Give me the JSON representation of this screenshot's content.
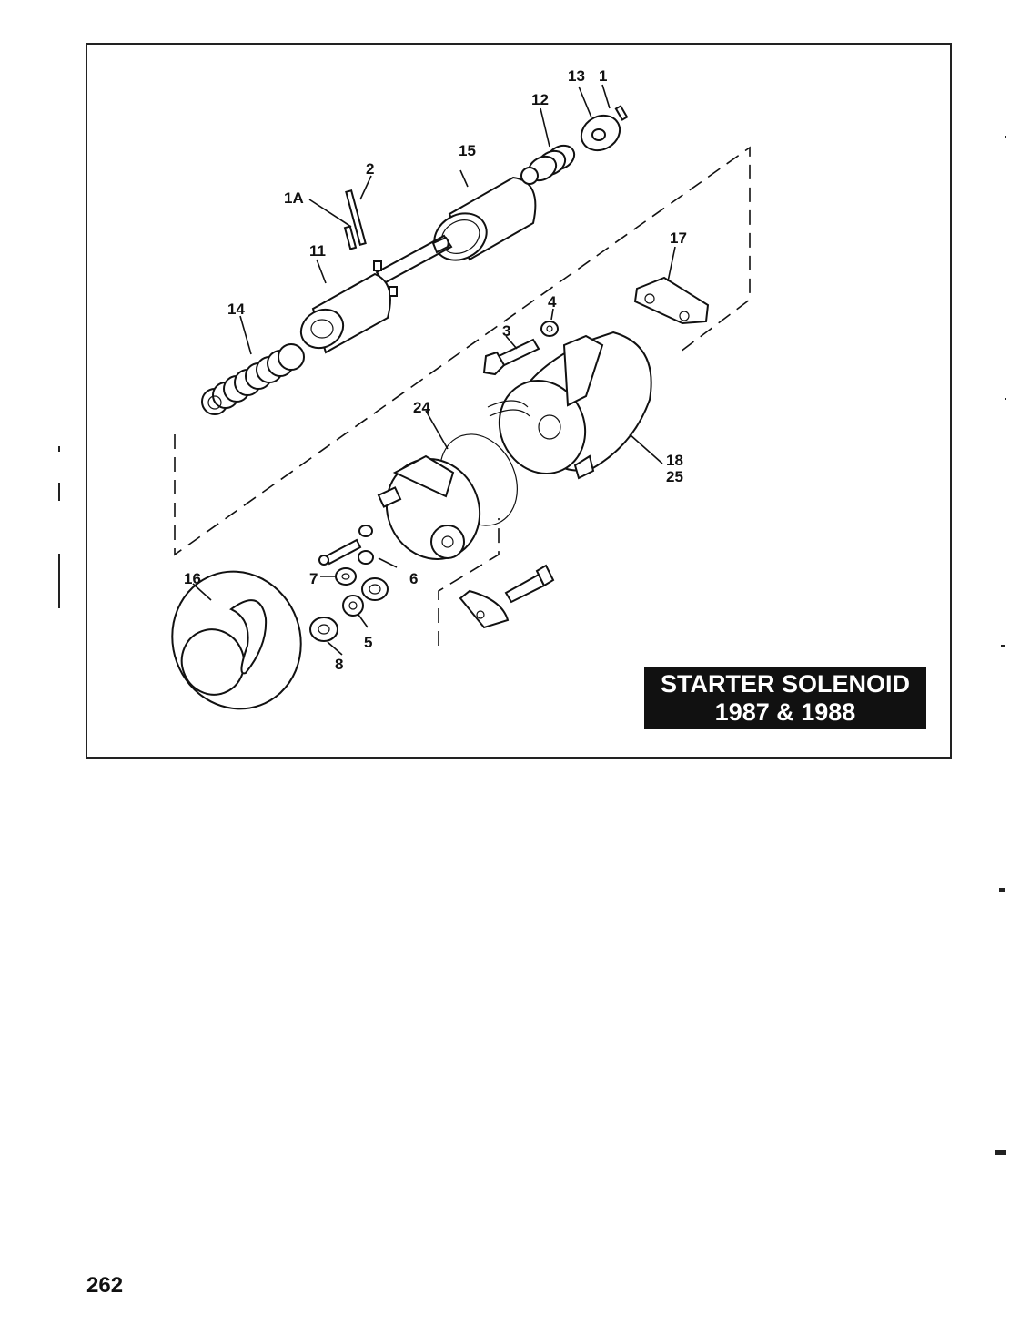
{
  "figure": {
    "title_line1": "STARTER SOLENOID",
    "title_line2": "1987 & 1988"
  },
  "callouts": {
    "c1": "1",
    "c1A": "1A",
    "c2": "2",
    "c3": "3",
    "c4": "4",
    "c5": "5",
    "c6": "6",
    "c7": "7",
    "c8": "8",
    "c11": "11",
    "c12": "12",
    "c13": "13",
    "c14": "14",
    "c15": "15",
    "c16": "16",
    "c17": "17",
    "c18": "18",
    "c24": "24",
    "c25": "25"
  },
  "page": {
    "number": "262"
  }
}
